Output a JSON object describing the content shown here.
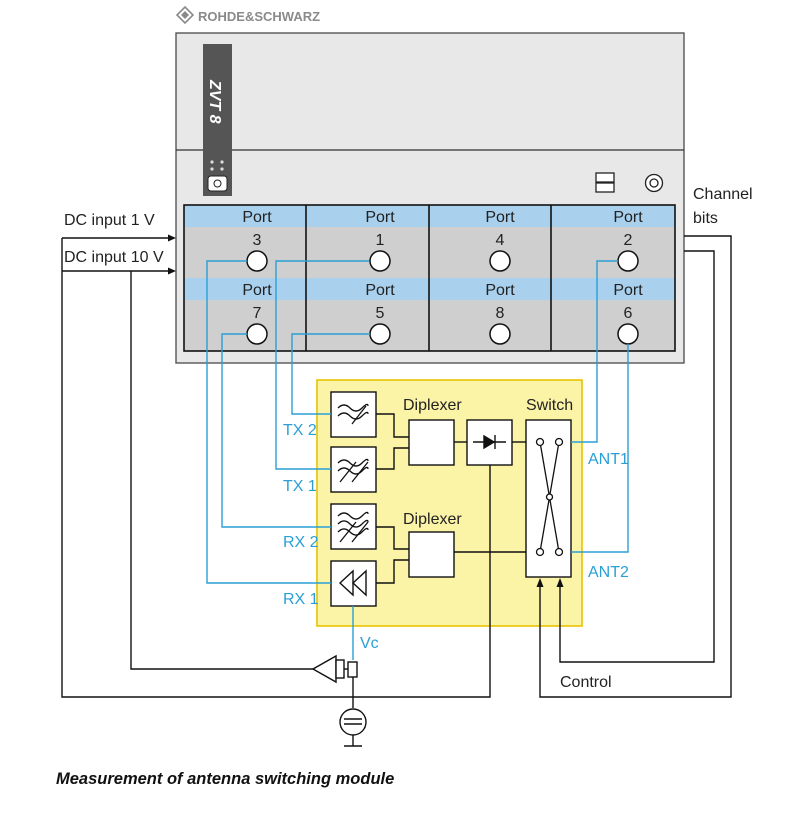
{
  "header": {
    "brand": "ROHDE&SCHWARZ"
  },
  "instrument": {
    "model_label": "ZVT 8",
    "port_word": "Port",
    "ports_top": [
      "3",
      "1",
      "4",
      "2"
    ],
    "ports_bottom": [
      "7",
      "5",
      "8",
      "6"
    ]
  },
  "inputs": {
    "dc_1v": "DC input 1 V",
    "dc_10v": "DC input 10 V"
  },
  "outputs": {
    "channel_bits": [
      "Channel",
      "bits"
    ],
    "control": "Control"
  },
  "module": {
    "diplexer_top": "Diplexer",
    "diplexer_bottom": "Diplexer",
    "switch": "Switch",
    "tx2": "TX 2",
    "tx1": "TX 1",
    "rx2": "RX 2",
    "rx1": "RX 1",
    "ant1": "ANT1",
    "ant2": "ANT2",
    "vc": "Vc"
  },
  "caption": "Measurement of antenna switching module",
  "colors": {
    "panel": "#e8e8e8",
    "port_header": "#a9d1ee",
    "port_body": "#cfcfcf",
    "module_fill": "#fbf3a6",
    "module_border": "#e8c300",
    "wire_blue": "#2a9fd6",
    "brand_strip": "#555555"
  }
}
